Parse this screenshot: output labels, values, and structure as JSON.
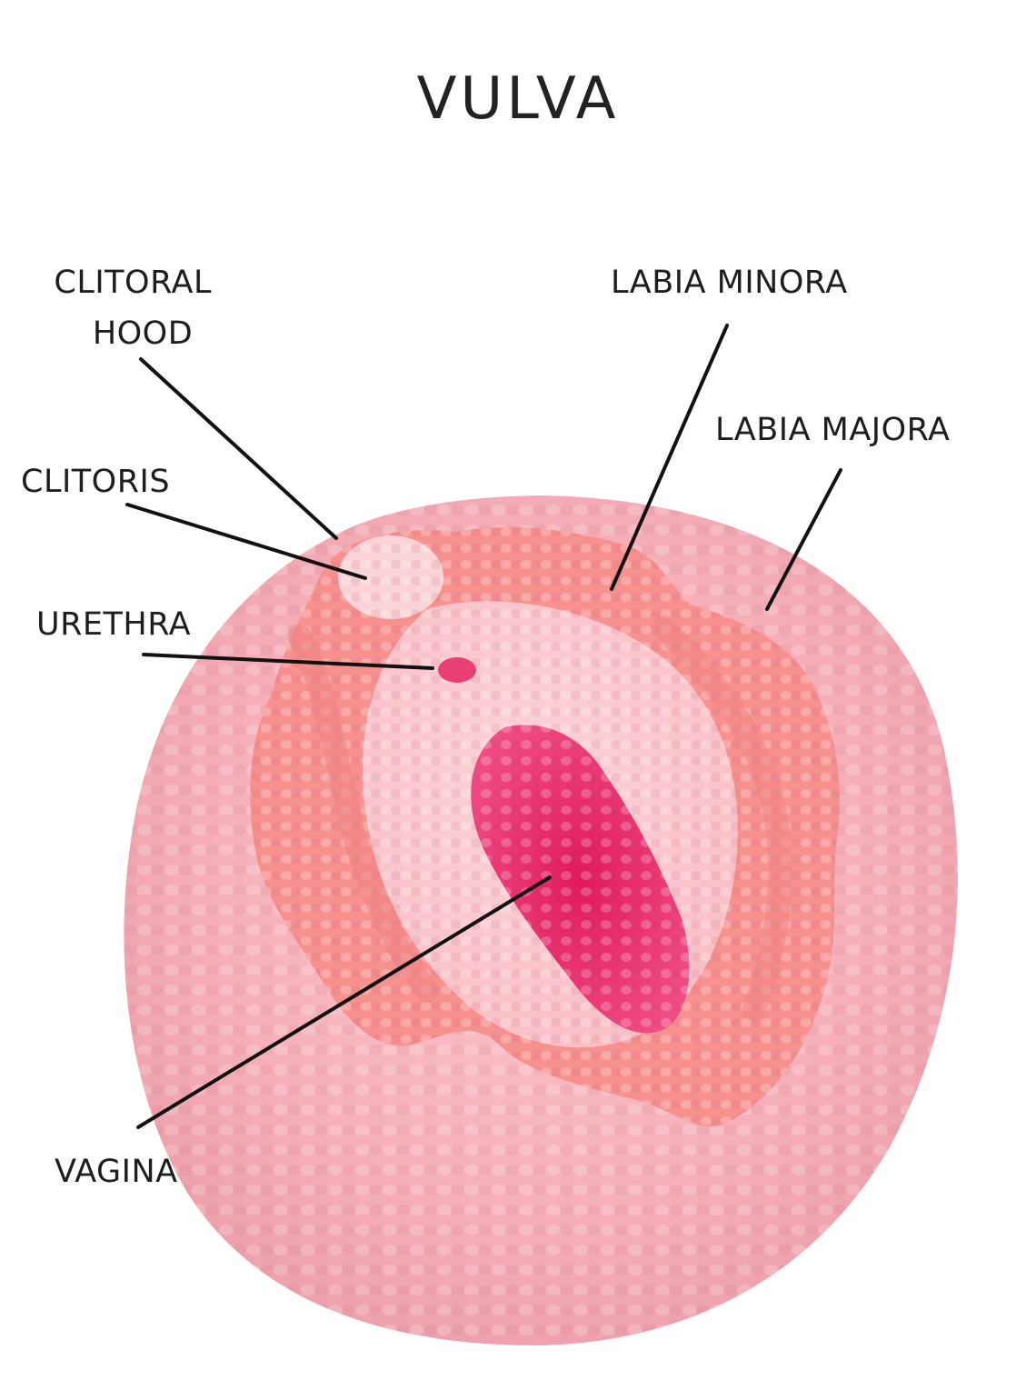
{
  "title": "VULVA",
  "labels": {
    "clitoral_hood": [
      "CLITORAL",
      "HOOD"
    ],
    "clitoris": "CLITORIS",
    "urethra": "URETHRA",
    "vagina": "VAGINA",
    "labia_minora": "LABIA MINORA",
    "labia_majora": "LABIA MAJORA"
  },
  "colors": {
    "background": "#ffffff",
    "text": "#1e1e1e",
    "leader_line": "#111111",
    "outer_labia_pink": "#f6b3bc",
    "inner_labia_coral": "#f7918f",
    "vestibule_pale_pink": "#fac5cb",
    "clitoral_hood_pale": "#f9d3d6",
    "vaginal_opening_magenta": "#ea2f6f",
    "urethra_dot": "#ea3f74"
  }
}
